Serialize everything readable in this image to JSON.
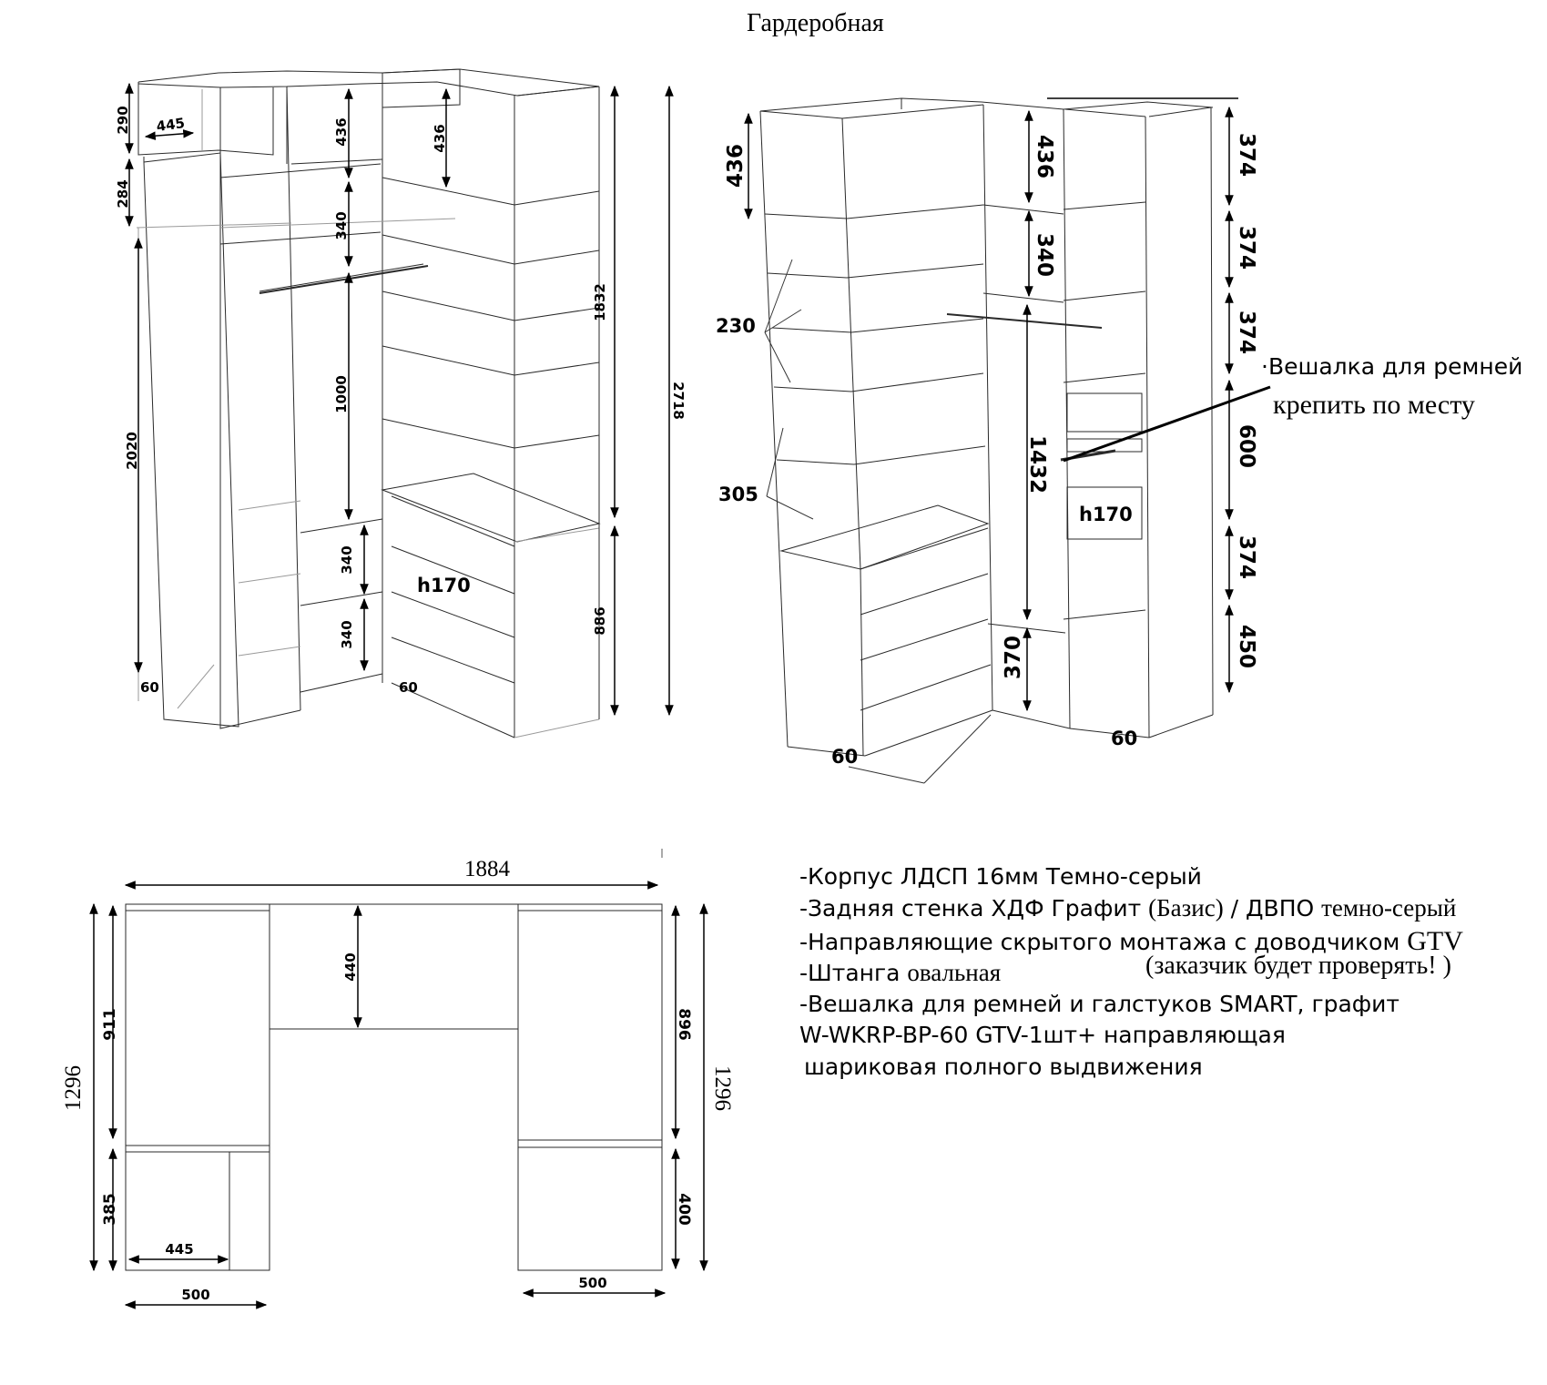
{
  "title": "Гардеробная",
  "left_view": {
    "dims": {
      "d290": "290",
      "d445": "445",
      "d284": "284",
      "d2020": "2020",
      "d436a": "436",
      "d340a": "340",
      "d1000": "1000",
      "d340b": "340",
      "d340c": "340",
      "d436b": "436",
      "d1832": "1832",
      "d886": "886",
      "d2718": "2718",
      "d60a": "60",
      "d60b": "60",
      "h170": "h170"
    }
  },
  "right_view": {
    "dims": {
      "d436a": "436",
      "d230": "230",
      "d305": "305",
      "d436b": "436",
      "d340": "340",
      "d1432": "1432",
      "d370": "370",
      "h170": "h170",
      "d374a": "374",
      "d374b": "374",
      "d374c": "374",
      "d600": "600",
      "d374d": "374",
      "d450": "450",
      "d60a": "60",
      "d60b": "60"
    },
    "callout": {
      "line1": "·Вешалка для ремней",
      "line2": "крепить по месту"
    }
  },
  "plan_view": {
    "dims": {
      "d1884": "1884",
      "d1296a": "1296",
      "d1296b": "1296",
      "d911": "911",
      "d385": "385",
      "d445": "445",
      "d500a": "500",
      "d440": "440",
      "d896": "896",
      "d400": "400",
      "d500b": "500"
    }
  },
  "notes": {
    "n1": "-Корпус ЛДСП 16мм Темно-серый",
    "n2a": "-Задняя стенка ХДФ Графит ",
    "n2b": "(Базис)",
    "n2c": " / ДВПО ",
    "n2d": "темно-серый",
    "n3a": "-Направляющие скрытого монтажа с доводчиком ",
    "n3b": "GTV",
    "n4a": "-Штанга ",
    "n4b": "овальная",
    "n4c": "(заказчик будет проверять! )",
    "n5": "-Вешалка для ремней и галстуков SMART, графит",
    "n6": "W-WKRP-BP-60 GTV-1шт+ направляющая",
    "n7": "шариковая полного выдвижения"
  }
}
